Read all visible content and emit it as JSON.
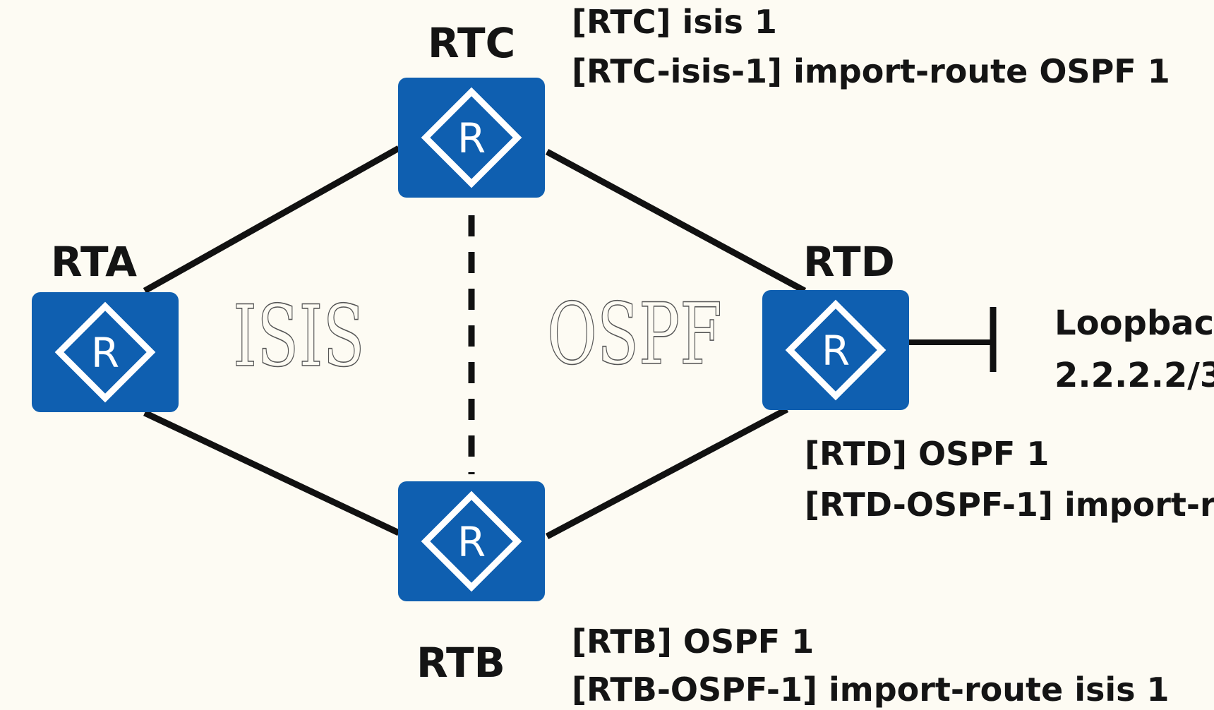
{
  "colors": {
    "router_fill": "#0f5fb0",
    "router_icon": "#ffffff",
    "link": "#111111",
    "background": "#fdfbf3"
  },
  "routers": {
    "rta": {
      "name": "RTA",
      "icon": "router-icon",
      "icon_letter": "R"
    },
    "rtb": {
      "name": "RTB",
      "icon": "router-icon",
      "icon_letter": "R"
    },
    "rtc": {
      "name": "RTC",
      "icon": "router-icon",
      "icon_letter": "R"
    },
    "rtd": {
      "name": "RTD",
      "icon": "router-icon",
      "icon_letter": "R"
    }
  },
  "areas": {
    "isis": "ISIS",
    "ospf": "OSPF"
  },
  "config": {
    "rtc": [
      "[RTC] isis 1",
      "[RTC-isis-1] import-route OSPF 1"
    ],
    "rtd": [
      "[RTD] OSPF 1",
      "[RTD-OSPF-1] import-r"
    ],
    "rtb": [
      "[RTB] OSPF 1",
      "[RTB-OSPF-1] import-route isis 1"
    ]
  },
  "loopback": {
    "label": "Loopbac",
    "address": "2.2.2.2/3"
  }
}
